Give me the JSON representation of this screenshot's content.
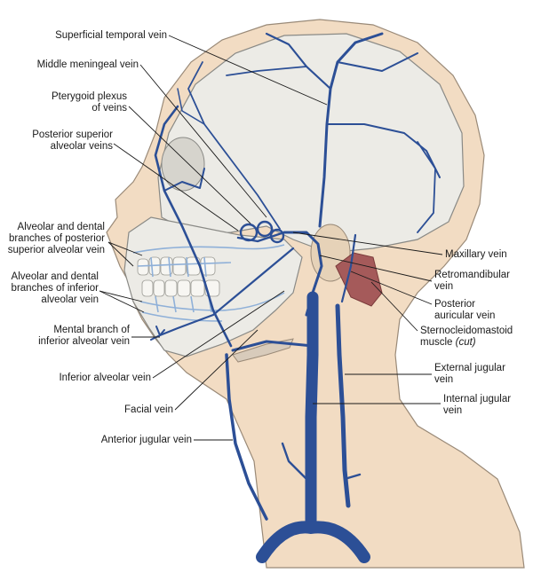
{
  "labels": {
    "superficial_temporal": [
      "Superficial temporal vein"
    ],
    "middle_meningeal": [
      "Middle meningeal vein"
    ],
    "pterygoid_plexus": [
      "Pterygoid plexus",
      "of veins"
    ],
    "posterior_superior_alveolar": [
      "Posterior superior",
      "alveolar veins"
    ],
    "alveolar_dental_posterior": [
      "Alveolar and dental",
      "branches of posterior",
      "superior alveolar vein"
    ],
    "alveolar_dental_inferior": [
      "Alveolar and dental",
      "branches of inferior",
      "alveolar vein"
    ],
    "mental_branch": [
      "Mental branch of",
      "inferior alveolar vein"
    ],
    "inferior_alveolar": [
      "Inferior alveolar vein"
    ],
    "facial": [
      "Facial vein"
    ],
    "anterior_jugular": [
      "Anterior jugular vein"
    ],
    "maxillary": [
      "Maxillary vein"
    ],
    "retromandibular": [
      "Retromandibular",
      "vein"
    ],
    "posterior_auricular": [
      "Posterior",
      "auricular vein"
    ],
    "sternocleidomastoid": [
      "Sternocleidomastoid",
      "muscle"
    ],
    "sternocleidomastoid_note": "(cut)",
    "external_jugular": [
      "External jugular",
      "vein"
    ],
    "internal_jugular": [
      "Internal jugular",
      "vein"
    ]
  },
  "colors": {
    "skin": "#f2dcc3",
    "skull": "#ecebe6",
    "vein": "#2c4f96",
    "vein_light": "#8fb0d8",
    "muscle": "#a55a5a",
    "leader": "#1a1a1a"
  }
}
